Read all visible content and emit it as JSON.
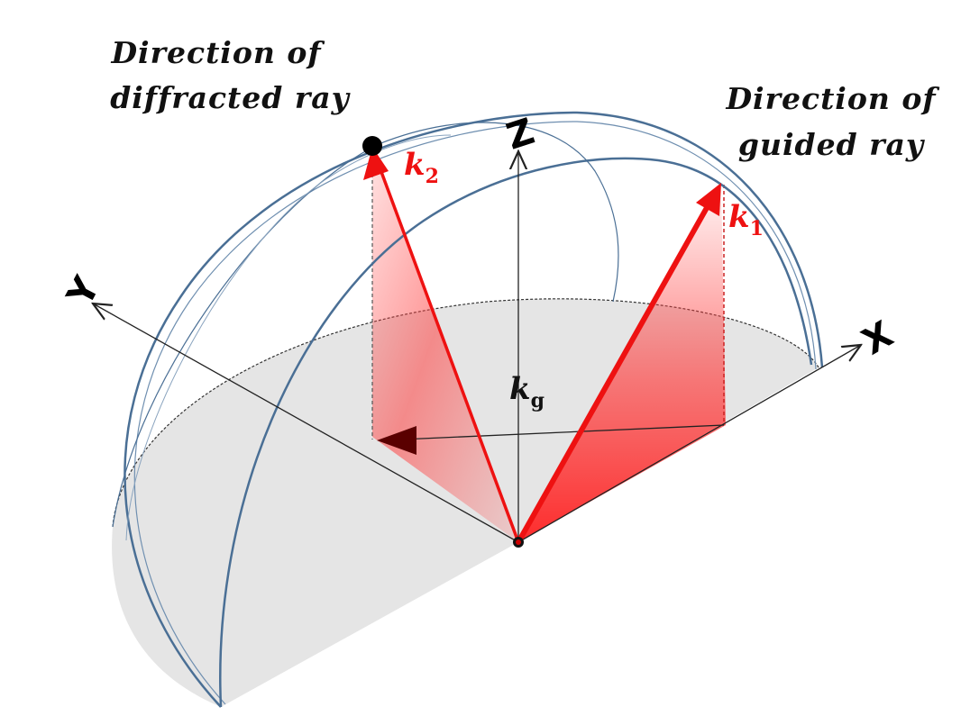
{
  "labels": {
    "diffracted_line1": "Direction of",
    "diffracted_line2": "diffracted ray",
    "guided_line1": "Direction of",
    "guided_line2": "guided ray",
    "axis_x": "X",
    "axis_y": "Y",
    "axis_z": "Z",
    "k1_main": "k",
    "k1_sub": "1",
    "k2_main": "k",
    "k2_sub": "2",
    "kg_main": "k",
    "kg_sub": "g"
  },
  "colors": {
    "vector": "#ee1111",
    "shade": "#ff3333",
    "sphere": "#4a6f95",
    "base": "#e4e4e4",
    "axis": "#222222"
  }
}
